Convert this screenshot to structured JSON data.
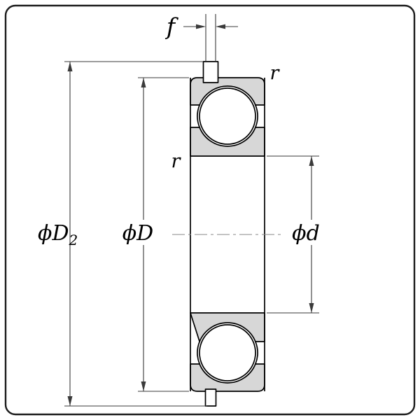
{
  "labels": {
    "f": "f",
    "r_top": "r",
    "r_side": "r",
    "dia_outer_snap_main": "ϕD",
    "dia_outer_snap_sub": "2",
    "dia_outer": "ϕD",
    "dia_bore": "ϕd"
  },
  "colors": {
    "background": "#ffffff",
    "frame_border": "#1c1c1c",
    "ring_fill": "#d7d7d7",
    "part_outline": "#000000",
    "dimension_line": "#3a3a3a",
    "centerline": "#8a8a8a",
    "ball_fill": "#ffffff"
  }
}
